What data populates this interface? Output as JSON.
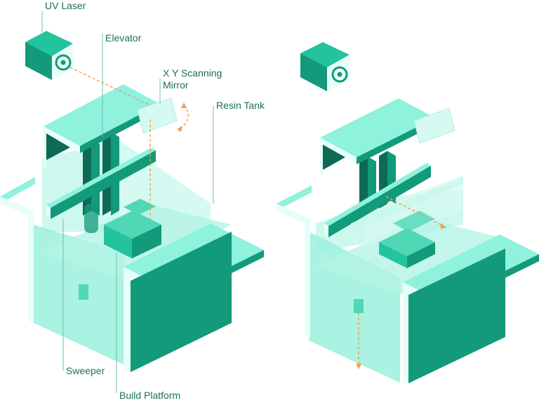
{
  "labels": {
    "uv_laser": "UV Laser",
    "elevator": "Elevator",
    "scanning_mirror_line1": "X Y Scanning",
    "scanning_mirror_line2": "Mirror",
    "resin_tank": "Resin Tank",
    "sweeper": "Sweeper",
    "build_platform": "Build Platform"
  },
  "colors": {
    "label_text": "#1f6e5c",
    "leader_line": "#6fbfae",
    "top_face": "#8ef2dd",
    "edge_light": "#e6fff8",
    "side_dark": "#129a7a",
    "side_deep": "#0c6a56",
    "resin": "#bdf5e8",
    "arrow": "#f0a04b"
  }
}
